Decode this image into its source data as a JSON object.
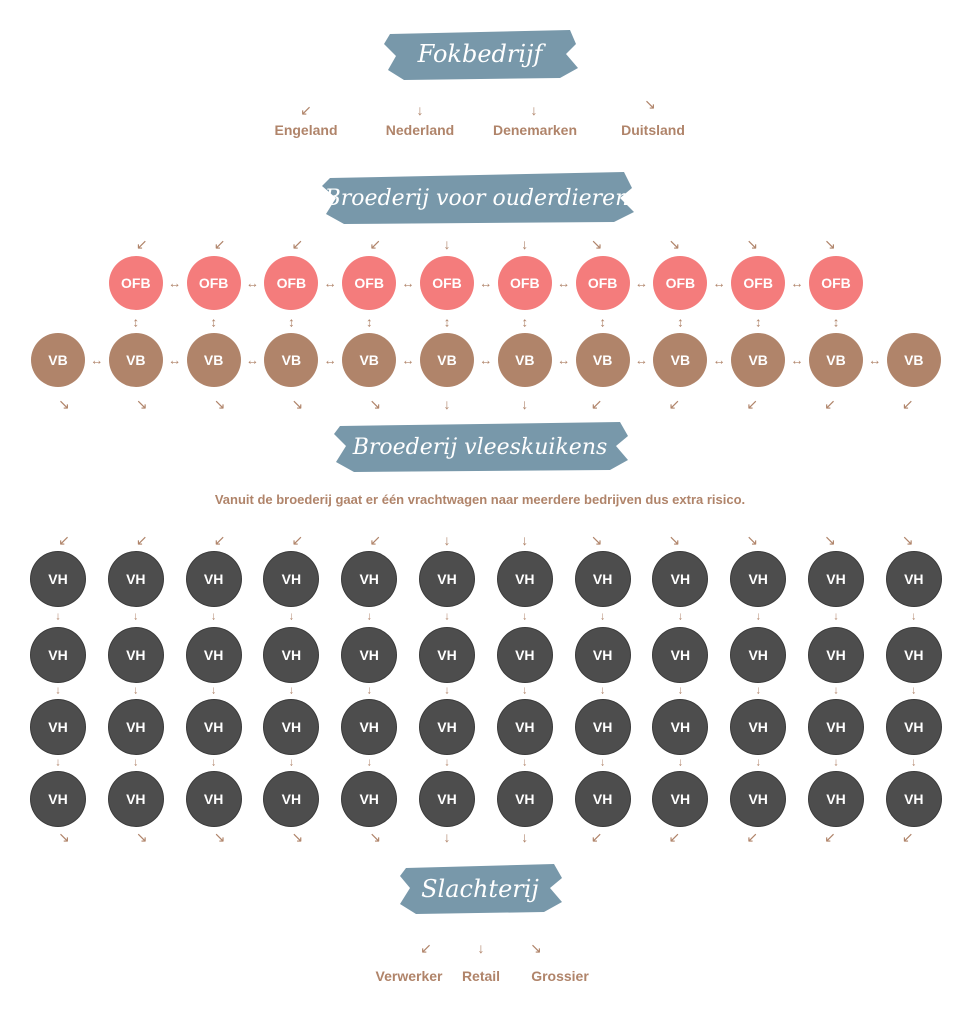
{
  "colors": {
    "banner": "#7898aa",
    "accent": "#b0846a",
    "ofb": "#f47c7c",
    "vb": "#b0846a",
    "vh": "#4d4d4d"
  },
  "fokbedrijf": {
    "title": "Fokbedrijf",
    "arrows": [
      "↙",
      "↓",
      "↓",
      "↘"
    ],
    "countries": [
      "Engeland",
      "Nederland",
      "Denemarken",
      "Duitsland"
    ]
  },
  "ouderdieren": {
    "title": "Broederij voor ouderdieren",
    "arrows_in": [
      "↙",
      "↙",
      "↙",
      "↙",
      "↓",
      "↓",
      "↘",
      "↘",
      "↘",
      "↘"
    ],
    "ofb_label": "OFB",
    "vb_label": "VB",
    "arrows_out": [
      "↘",
      "↘",
      "↘",
      "↘",
      "↘",
      "↓",
      "↓",
      "↙",
      "↙",
      "↙",
      "↙",
      "↙"
    ]
  },
  "vleeskuikens": {
    "title": "Broederij vleeskuikens",
    "note": "Vanuit de broederij gaat er één vrachtwagen naar meerdere bedrijven dus extra risico.",
    "arrows_in": [
      "↙",
      "↙",
      "↙",
      "↙",
      "↙",
      "↓",
      "↓",
      "↘",
      "↘",
      "↘",
      "↘",
      "↘"
    ],
    "vh_label": "VH",
    "rows": 4,
    "arrows_out": [
      "↘",
      "↘",
      "↘",
      "↘",
      "↘",
      "↓",
      "↓",
      "↙",
      "↙",
      "↙",
      "↙",
      "↙"
    ]
  },
  "slachterij": {
    "title": "Slachterij",
    "arrows": [
      "↙",
      "↓",
      "↘"
    ],
    "outlets": [
      "Verwerker",
      "Retail",
      "Grossier"
    ]
  }
}
